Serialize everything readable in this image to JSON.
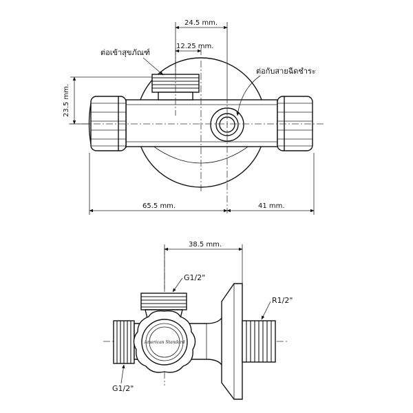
{
  "top_view": {
    "dim_top_outer": "24.5 mm.",
    "dim_top_inner": "12.25 mm.",
    "dim_left_height": "23.5 mm.",
    "dim_bottom_left": "65.5 mm.",
    "dim_bottom_right": "41 mm.",
    "label_inlet": "ต่อเข้าสุขภัณฑ์",
    "label_outlet": "ต่อกับสายฉีดชำระ"
  },
  "bottom_view": {
    "dim_top": "38.5 mm.",
    "label_top_thread": "G1/2\"",
    "label_right_thread": "R1/2\"",
    "label_left_thread": "G1/2\"",
    "brand_logo": "American Standard"
  }
}
